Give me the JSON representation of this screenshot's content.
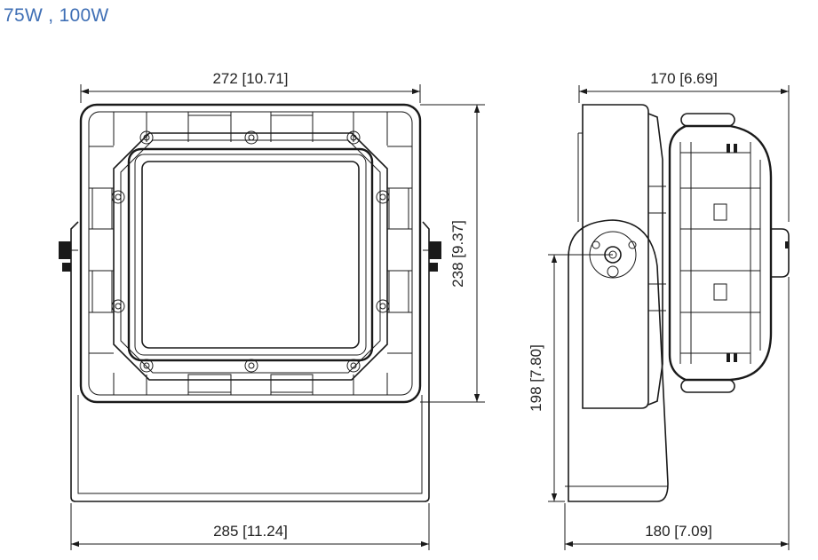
{
  "header": {
    "title": "75W , 100W"
  },
  "dimensions": {
    "front_width": "272 [10.71]",
    "front_height": "238 [9.37]",
    "bracket_width": "285 [11.24]",
    "side_depth": "170 [6.69]",
    "side_height": "198 [7.80]",
    "side_base": "180 [7.09]"
  }
}
